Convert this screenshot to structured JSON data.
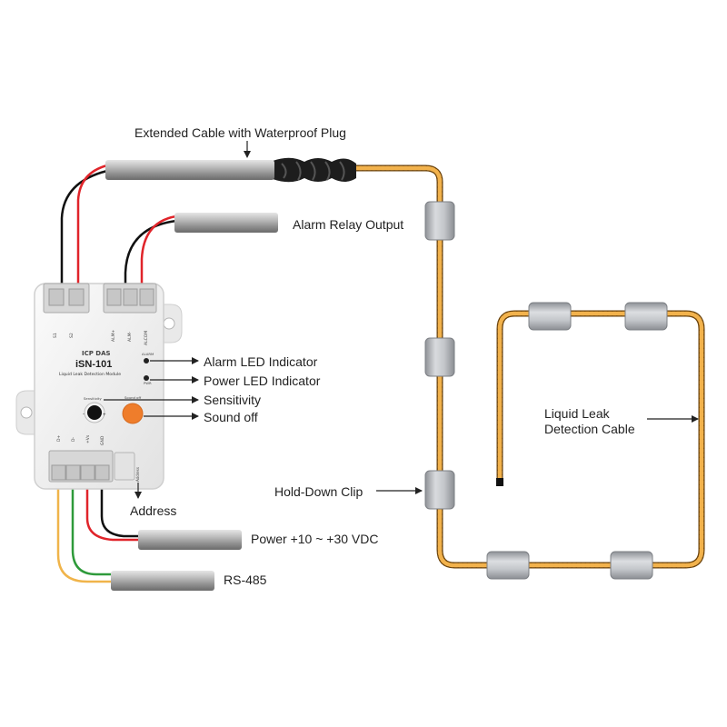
{
  "labels": {
    "extended_cable": "Extended Cable with Waterproof Plug",
    "alarm_relay_output": "Alarm Relay Output",
    "alarm_led": "Alarm LED Indicator",
    "power_led": "Power LED Indicator",
    "sensitivity": "Sensitivity",
    "sound_off": "Sound off",
    "address": "Address",
    "power": "Power +10 ~ +30 VDC",
    "rs485": "RS-485",
    "hold_down_clip": "Hold-Down Clip",
    "leak_cable_line1": "Liquid Leak",
    "leak_cable_line2": "Detection Cable"
  },
  "device": {
    "brand": "ICP DAS",
    "model": "iSN-101",
    "subtitle": "Liquid Leak Detection Module",
    "alarm_tag": "ALARM",
    "pwr_tag": "PWR",
    "sensitivity_tag": "Sensitivity",
    "sound_tag": "Sound off",
    "address_tag": "Address",
    "top_left_pins": [
      "S1",
      "S2"
    ],
    "top_right_pins": [
      "ALM+",
      "ALM-",
      "ALCOM"
    ],
    "bottom_pins": [
      "D+",
      "D-",
      "+Vs",
      "GND"
    ]
  },
  "colors": {
    "cable_orange": "#e8a33a",
    "cable_dark": "#8a5a12",
    "wire_red": "#e0242a",
    "wire_black": "#111111",
    "wire_green": "#2e9a3a",
    "wire_yellow": "#f0b44a",
    "knob_orange": "#ef7d2b",
    "clip_gray": "#b9bcc0"
  }
}
